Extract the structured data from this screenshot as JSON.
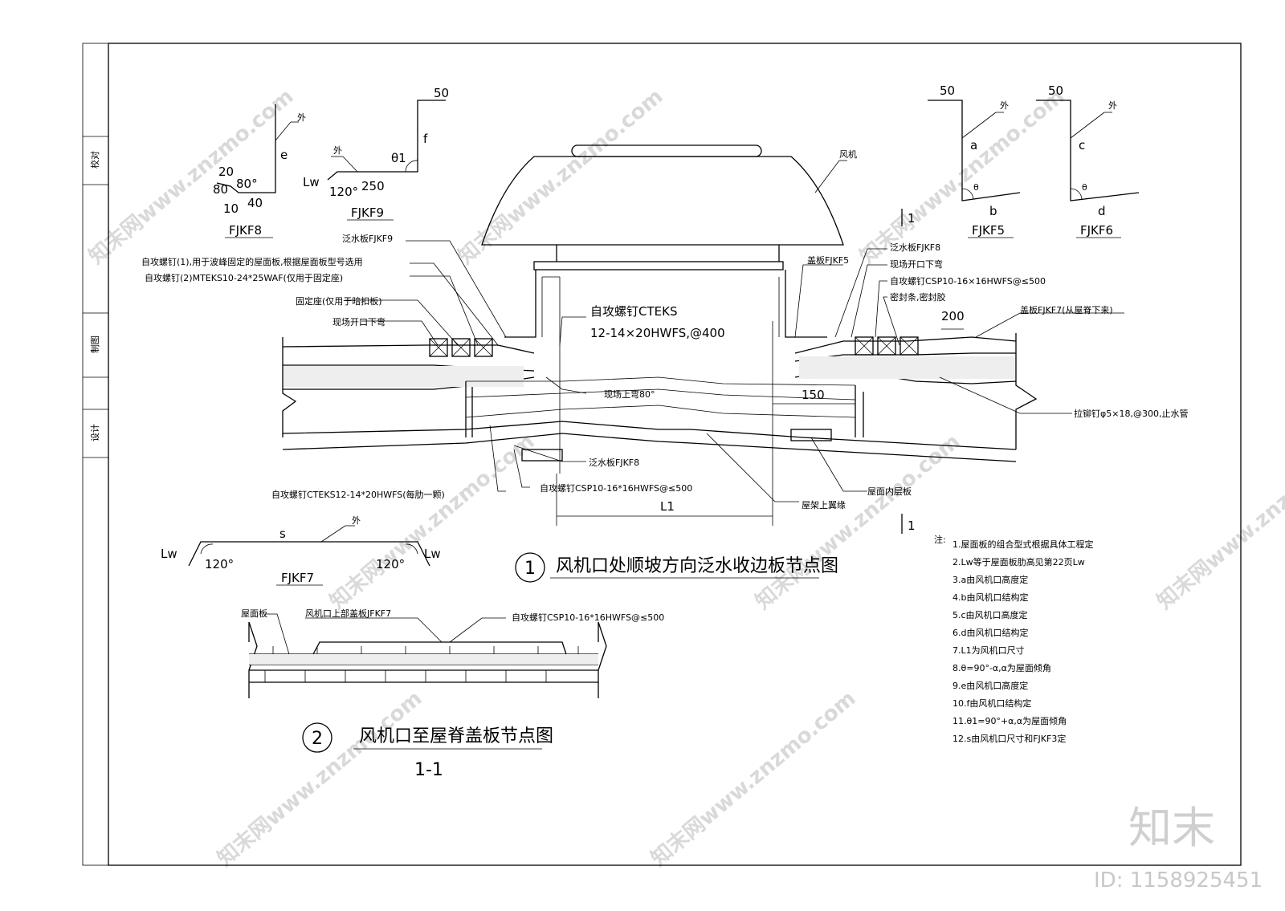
{
  "title_block": {
    "cells": [
      "校对",
      "制图",
      "设计"
    ]
  },
  "profiles": {
    "fjkf8": {
      "name": "FJKF8",
      "dims": [
        "20",
        "80°",
        "80",
        "10",
        "40",
        "e",
        "外"
      ]
    },
    "fjkf9": {
      "name": "FJKF9",
      "dims": [
        "50",
        "f",
        "θ1",
        "外",
        "Lw",
        "120°",
        "250"
      ]
    },
    "fjkf5": {
      "name": "FJKF5",
      "dims": [
        "50",
        "外",
        "a",
        "θ",
        "b"
      ]
    },
    "fjkf6": {
      "name": "FJKF6",
      "dims": [
        "50",
        "外",
        "c",
        "θ",
        "d"
      ]
    },
    "fjkf7": {
      "name": "FJKF7",
      "dims": [
        "s",
        "外",
        "Lw",
        "120°",
        "120°",
        "Lw"
      ]
    }
  },
  "detail1": {
    "number": "1",
    "title": "风机口处顺坡方向泛水收边板节点图",
    "fan_label": "风机",
    "section_mark": "1",
    "labels_left": [
      "自攻螺钉(1),用于波峰固定的屋面板,根据屋面板型号选用",
      "自攻螺钉(2)MTEKS10-24*25WAF(仅用于固定座)",
      "固定座(仅用于暗扣板)",
      "现场开口下弯"
    ],
    "flashing_fjkf9": "泛水板FJKF9",
    "cover_fjkf5": "盖板FJKF5",
    "labels_right": [
      "泛水板FJKF8",
      "现场开口下弯",
      "自攻螺钉CSP10-16×16HWFS@≤500",
      "密封条,密封胶"
    ],
    "dim_200": "200",
    "cover_fjkf7": "盖板FJKF7(从屋脊下来)",
    "screw_cteks_1": "自攻螺钉CTEKS",
    "screw_cteks_2": "12-14×20HWFS,@400",
    "upbend": "现场上弯80°",
    "dim_150": "150",
    "rivet": "拉铆钉φ5×18,@300,止水管",
    "flashing_fjkf8": "泛水板FJKF8",
    "screw_bottom_left": "自攻螺钉CTEKS12-14*20HWFS(每肋一颗)",
    "screw_bottom_mid": "自攻螺钉CSP10-16*16HWFS@≤500",
    "dim_l1": "L1",
    "purlin": "屋架上翼缘",
    "inner_panel": "屋面内层板"
  },
  "detail2": {
    "number": "2",
    "title": "风机口至屋脊盖板节点图",
    "section": "1-1",
    "label_panel": "屋面板",
    "label_cover": "风机口上部盖板JFKF7",
    "label_screw": "自攻螺钉CSP10-16*16HWFS@≤500"
  },
  "notes": {
    "heading": "注:",
    "items": [
      "1.屋面板的组合型式根据具体工程定",
      "2.Lw等于屋面板肋高见第22页Lw",
      "3.a由风机口高度定",
      "4.b由风机口结构定",
      "5.c由风机口高度定",
      "6.d由风机口结构定",
      "7.L1为风机口尺寸",
      "8.θ=90°-α,α为屋面倾角",
      "9.e由风机口高度定",
      "10.f由风机口结构定",
      "11.θ1=90°+α,α为屋面倾角",
      "12.s由风机口尺寸和FJKF3定"
    ]
  },
  "watermark": {
    "brand": "知末",
    "id": "ID: 1158925451",
    "site": "知末网www.znzmo.com"
  }
}
